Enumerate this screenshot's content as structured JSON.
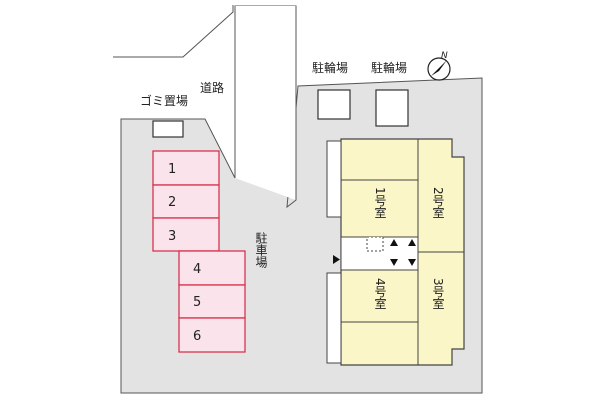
{
  "labels": {
    "road": "道路",
    "garbage": "ゴミ置場",
    "bike_parking_1": "駐輪場",
    "bike_parking_2": "駐輪場",
    "parking_vertical": "駐車場",
    "north_mark": "N"
  },
  "rooms": [
    {
      "id": "1",
      "label": "1号室"
    },
    {
      "id": "2",
      "label": "2号室"
    },
    {
      "id": "3",
      "label": "3号室"
    },
    {
      "id": "4",
      "label": "4号室"
    }
  ],
  "parking_stalls": [
    "1",
    "2",
    "3",
    "4",
    "5",
    "6"
  ],
  "colors": {
    "lot": "#e3e3e3",
    "lot_stroke": "#555555",
    "stall_fill": "#fbe3ec",
    "stall_stroke": "#d8344e",
    "building": "#fbf6c7",
    "building_stroke": "#444444"
  }
}
